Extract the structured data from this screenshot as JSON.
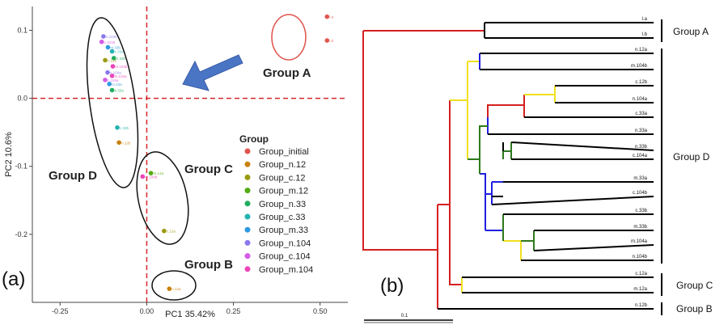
{
  "chart_data": [
    {
      "type": "scatter",
      "panel_label": "(a)",
      "xlabel": "PC1 35.42%",
      "ylabel": "PC2 10.6%",
      "xlim": [
        -0.33,
        0.58
      ],
      "ylim": [
        -0.3,
        0.135
      ],
      "x_ticks": [
        -0.25,
        0.0,
        0.25,
        0.5
      ],
      "x_tick_labels": [
        "-0.25",
        "0.00",
        "0.25",
        "0.50"
      ],
      "y_ticks": [
        0.1,
        0.0,
        -0.1,
        -0.2
      ],
      "y_tick_labels": [
        "0.1",
        "0.0",
        "-0.1",
        "-0.2"
      ],
      "reference_lines": {
        "x": 0.0,
        "y": 0.0,
        "style": "dashed",
        "color": "#d62728"
      },
      "legend": {
        "title": "Group",
        "placement": "right",
        "entries": [
          {
            "label": "Group_initial",
            "color": "#e0554e"
          },
          {
            "label": "Group_n.12",
            "color": "#c9810a"
          },
          {
            "label": "Group_c.12",
            "color": "#9a9a10"
          },
          {
            "label": "Group_m.12",
            "color": "#52ad14"
          },
          {
            "label": "Group_n.33",
            "color": "#1fae60"
          },
          {
            "label": "Group_c.33",
            "color": "#23b3b0"
          },
          {
            "label": "Group_m.33",
            "color": "#2e9ae0"
          },
          {
            "label": "Group_n.104",
            "color": "#8a78ee"
          },
          {
            "label": "Group_c.104",
            "color": "#d45ae6"
          },
          {
            "label": "Group_m.104",
            "color": "#ec45b8"
          }
        ]
      },
      "points": [
        {
          "label": "I.a",
          "group": "Group_initial",
          "x": 0.52,
          "y": 0.12,
          "color": "#e0554e"
        },
        {
          "label": "I.b",
          "group": "Group_initial",
          "x": 0.52,
          "y": 0.085,
          "color": "#e0554e"
        },
        {
          "label": "n.104b",
          "group": "Group_n.104",
          "x": -0.125,
          "y": 0.091,
          "color": "#8a78ee"
        },
        {
          "label": "c.104b",
          "group": "Group_c.104",
          "x": -0.13,
          "y": 0.083,
          "color": "#d45ae6"
        },
        {
          "label": "m.33b",
          "group": "Group_m.33",
          "x": -0.112,
          "y": 0.075,
          "color": "#2e9ae0"
        },
        {
          "label": "c.33a",
          "group": "Group_c.33",
          "x": -0.1,
          "y": 0.069,
          "color": "#23b3b0"
        },
        {
          "label": "n.33b",
          "group": "Group_n.33",
          "x": -0.095,
          "y": 0.059,
          "color": "#1fae60"
        },
        {
          "label": "c.12b",
          "group": "Group_c.12",
          "x": -0.12,
          "y": 0.056,
          "color": "#9a9a10"
        },
        {
          "label": "m.104b",
          "group": "Group_m.104",
          "x": -0.098,
          "y": 0.047,
          "color": "#ec45b8"
        },
        {
          "label": "n.104a",
          "group": "Group_n.104",
          "x": -0.113,
          "y": 0.038,
          "color": "#8a78ee"
        },
        {
          "label": "m.104a",
          "group": "Group_m.104",
          "x": -0.1,
          "y": 0.033,
          "color": "#ec45b8"
        },
        {
          "label": "c.104a",
          "group": "Group_c.104",
          "x": -0.12,
          "y": 0.027,
          "color": "#d45ae6"
        },
        {
          "label": "m.33a",
          "group": "Group_m.33",
          "x": -0.108,
          "y": 0.021,
          "color": "#2e9ae0"
        },
        {
          "label": "n.33a",
          "group": "Group_n.33",
          "x": -0.1,
          "y": 0.012,
          "color": "#1fae60"
        },
        {
          "label": "c.33b",
          "group": "Group_c.33",
          "x": -0.085,
          "y": -0.043,
          "color": "#23b3b0"
        },
        {
          "label": "n.12b",
          "group": "Group_n.12",
          "x": -0.08,
          "y": -0.065,
          "color": "#c9810a"
        },
        {
          "label": "m.12a",
          "group": "Group_m.12",
          "x": 0.012,
          "y": -0.11,
          "color": "#52ad14"
        },
        {
          "label": "m.104b",
          "group": "Group_m.104",
          "x": -0.012,
          "y": -0.115,
          "color": "#ec45b8"
        },
        {
          "label": "c.12a",
          "group": "Group_c.12",
          "x": 0.05,
          "y": -0.195,
          "color": "#9a9a10"
        },
        {
          "label": "n.12a",
          "group": "Group_n.12",
          "x": 0.065,
          "y": -0.28,
          "color": "#c9810a"
        }
      ],
      "annotations": [
        "Group A",
        "Group B",
        "Group C",
        "Group D"
      ],
      "arrow_color": "#4a74c4"
    },
    {
      "type": "tree",
      "panel_label": "(b)",
      "scale_bar_label": "0.1",
      "leaves": [
        "I.a",
        "I.b",
        "n.12a",
        "m.104b",
        "c.12b",
        "n.104a",
        "c.33a",
        "n.33a",
        "n.33b",
        "c.104a",
        "m.33a",
        "c.104b",
        "c.33b",
        "m.33b",
        "m.104a",
        "n.104b",
        "c.12a",
        "m.12a",
        "n.12b"
      ],
      "groups": [
        {
          "label": "Group A",
          "leaves": [
            "I.a",
            "I.b"
          ]
        },
        {
          "label": "Group D",
          "leaves": [
            "n.12a",
            "m.104b",
            "c.12b",
            "n.104a",
            "c.33a",
            "n.33a",
            "n.33b",
            "c.104a",
            "m.33a",
            "c.104b",
            "c.33b",
            "m.33b",
            "m.104a",
            "n.104b"
          ]
        },
        {
          "label": "Group C",
          "leaves": [
            "c.12a",
            "m.12a"
          ]
        },
        {
          "label": "Group B",
          "leaves": [
            "n.12b"
          ]
        }
      ],
      "branch_colors": {
        "red": "#d62020",
        "yellow": "#f0e020",
        "blue": "#2020e0",
        "green": "#2e7a1c",
        "black": "#000000"
      }
    }
  ]
}
